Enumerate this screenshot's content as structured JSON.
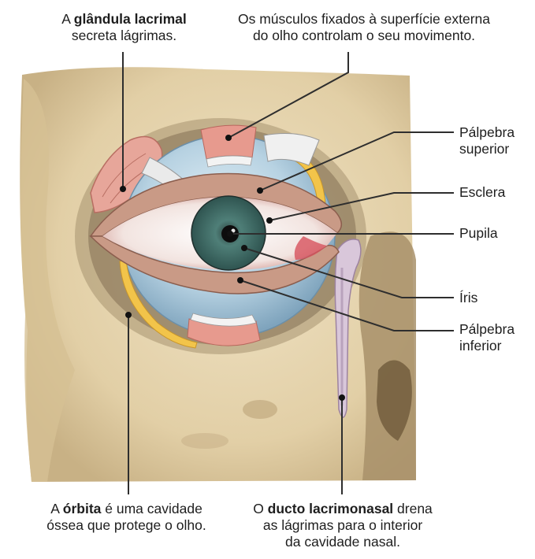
{
  "labels": {
    "lacrimal_gland": {
      "pre": "A ",
      "bold": "glândula lacrimal",
      "post": "",
      "line2": "secreta lágrimas."
    },
    "muscles": {
      "line1": "Os músculos fixados à superfície externa",
      "line2": "do olho controlam o seu movimento."
    },
    "upper_eyelid": {
      "line1": "Pálpebra",
      "line2": "superior"
    },
    "sclera": "Esclera",
    "pupil": "Pupila",
    "iris": "Íris",
    "lower_eyelid": {
      "line1": "Pálpebra",
      "line2": "inferior"
    },
    "orbit": {
      "pre": "A ",
      "bold": "órbita",
      "post": " é uma cavidade",
      "line2": "óssea que protege o olho."
    },
    "nasolacrimal_duct": {
      "pre": "O ",
      "bold": "ducto lacrimonasal",
      "post": " drena",
      "line2": "as lágrimas para o interior",
      "line3": "da cavidade nasal."
    }
  },
  "colors": {
    "bone": "#e7d6b3",
    "bone_shadow": "#bfa77a",
    "sclera": "#b7d2e2",
    "iris": "#4f7f78",
    "eyelid": "#c99a86",
    "muscle": "#e79a8e",
    "fat": "#f2c44a",
    "leader": "#333333"
  }
}
